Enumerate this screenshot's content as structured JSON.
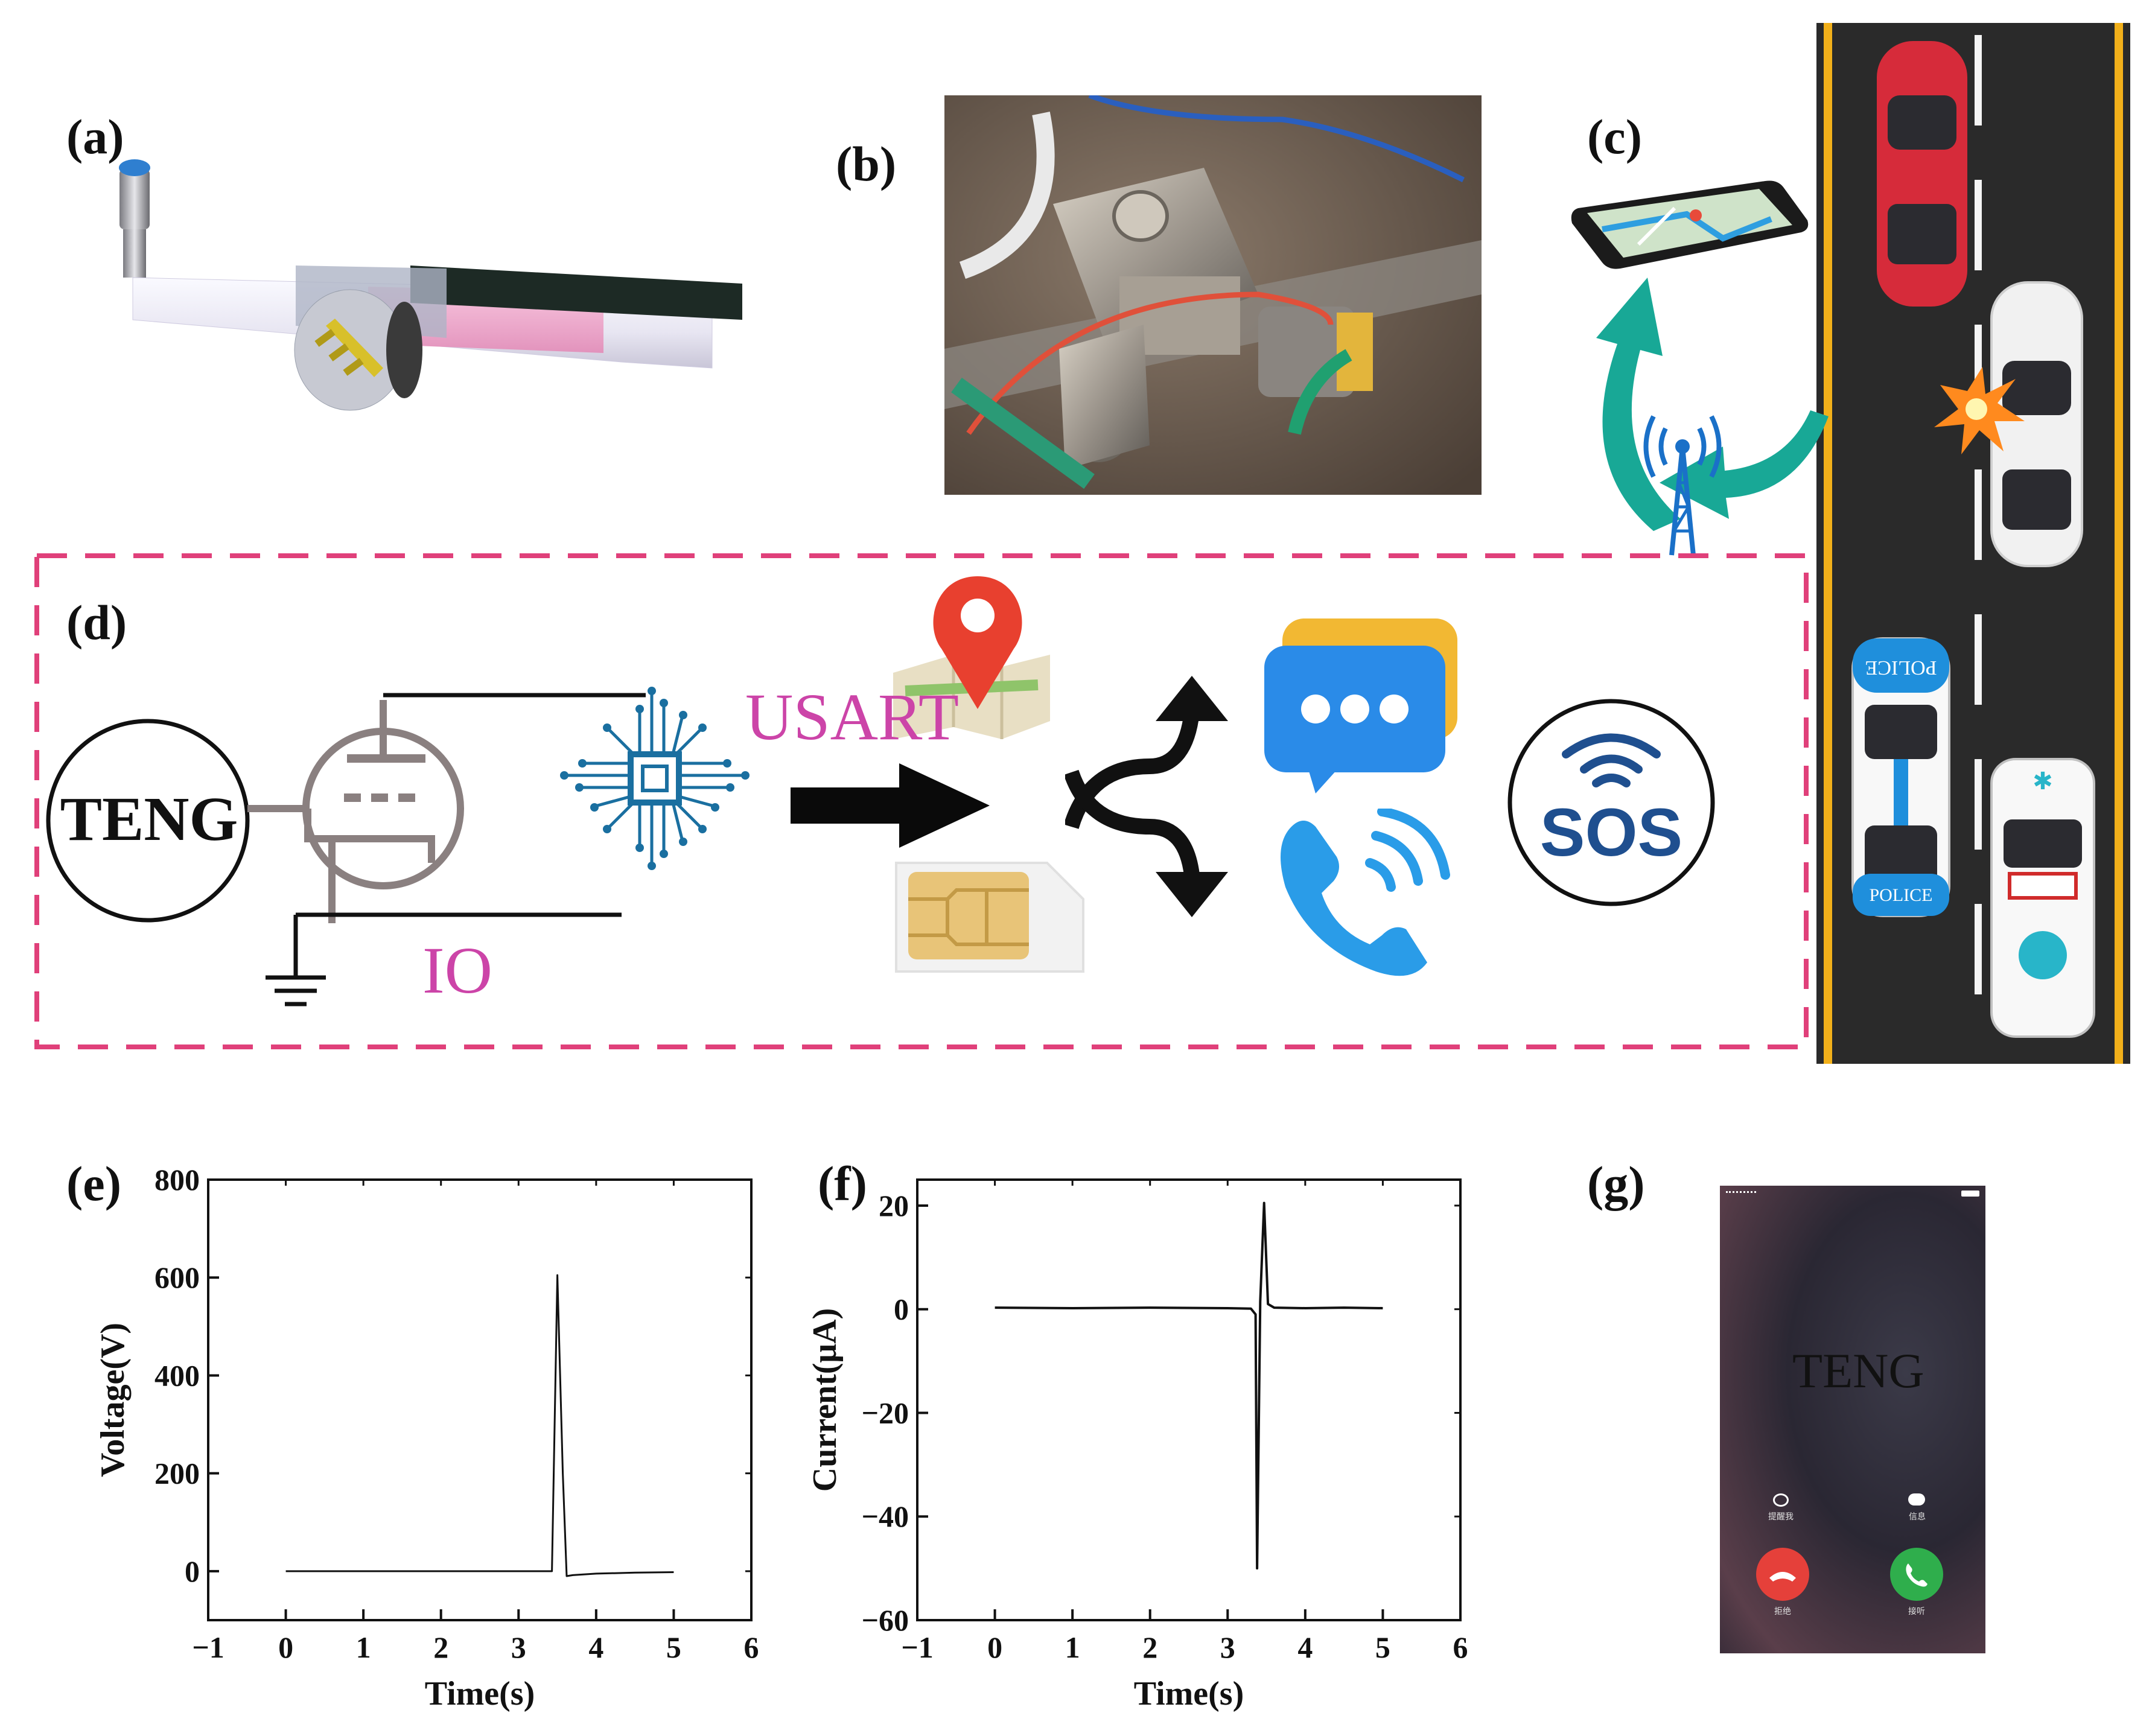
{
  "panels": {
    "a": "(a)",
    "b": "(b)",
    "c": "(c)",
    "d": "(d)",
    "e": "(e)",
    "f": "(f)",
    "g": "(g)"
  },
  "circuit": {
    "teng_label": "TENG",
    "usart_label": "USART",
    "io_label": "IO",
    "sos_label": "SOS"
  },
  "phone_call": {
    "caller": "TENG",
    "left_small_label": "提醒我",
    "right_small_label": "信息",
    "decline_label": "拒绝",
    "accept_label": "接听"
  },
  "police_car": {
    "roof_text": "POLICE",
    "door_text": "POLICE"
  },
  "colors": {
    "dash_border": "#e0407a",
    "magenta_text": "#cc44a8",
    "teal_arrow": "#18a896",
    "chip_blue": "#1a6fa0",
    "sos_blue": "#1f4f8f",
    "road": "#2a2a2a",
    "road_edge": "#f2b01a"
  },
  "chart_data": [
    {
      "type": "line",
      "title": "",
      "xlabel": "Time(s)",
      "ylabel": "Voltage(V)",
      "xlim": [
        -1,
        6
      ],
      "ylim": [
        -100,
        800
      ],
      "xticks": [
        -1,
        0,
        1,
        2,
        3,
        4,
        5,
        6
      ],
      "yticks": [
        0,
        200,
        400,
        600,
        800
      ],
      "series": [
        {
          "x": [
            0,
            3.3,
            3.43,
            3.5,
            3.57,
            3.62,
            3.7,
            4.0,
            4.5,
            5.0
          ],
          "y": [
            0,
            0,
            0,
            605,
            200,
            -10,
            -8,
            -5,
            -3,
            -2
          ]
        }
      ]
    },
    {
      "type": "line",
      "title": "",
      "xlabel": "Time(s)",
      "ylabel": "Current(μA)",
      "xlim": [
        -1,
        6
      ],
      "ylim": [
        -60,
        25
      ],
      "xticks": [
        -1,
        0,
        1,
        2,
        3,
        4,
        5,
        6
      ],
      "yticks": [
        -60,
        -40,
        -20,
        0,
        20
      ],
      "series": [
        {
          "x": [
            0,
            1.0,
            2.0,
            3.0,
            3.3,
            3.36,
            3.38,
            3.42,
            3.47,
            3.52,
            3.6,
            4.0,
            4.5,
            5.0
          ],
          "y": [
            0.3,
            0.2,
            0.3,
            0.2,
            0.1,
            -1.0,
            -50,
            1.5,
            20.5,
            1.0,
            0.3,
            0.2,
            0.3,
            0.2
          ]
        }
      ]
    }
  ]
}
